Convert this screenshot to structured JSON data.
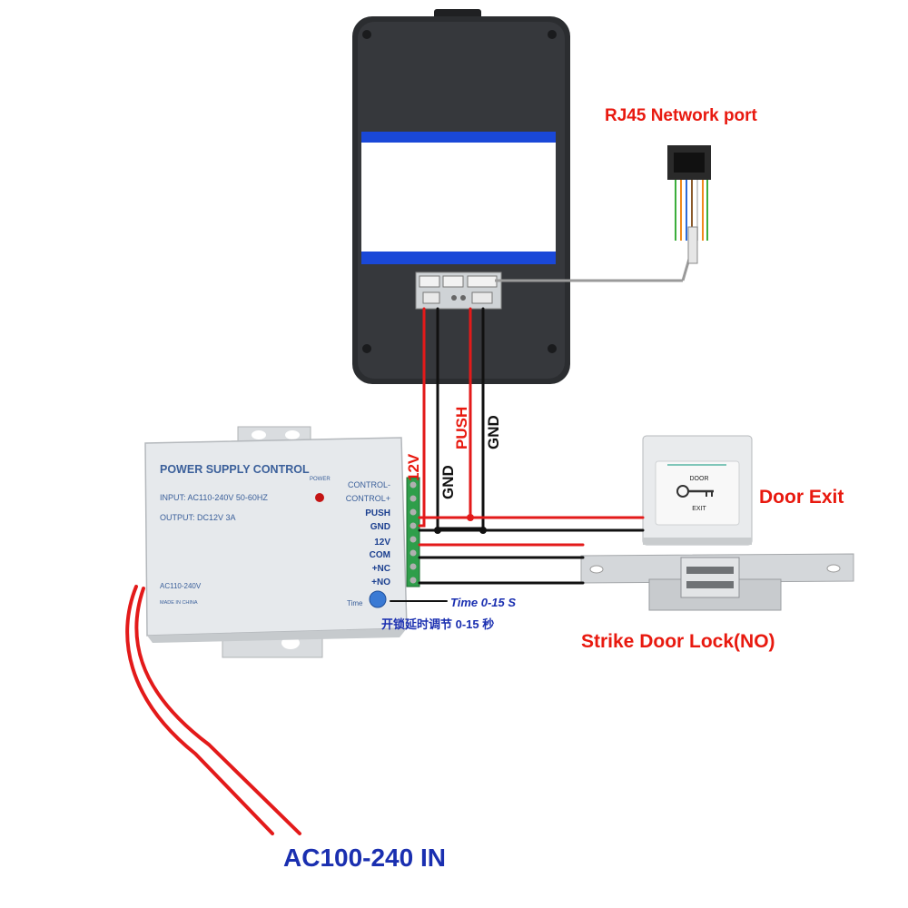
{
  "labels": {
    "rj45": "RJ45 Network port",
    "door_exit": "Door Exit",
    "strike_lock": "Strike Door Lock(NO)",
    "ac_in": "AC100-240 IN",
    "wire_12v": "12V",
    "wire_gnd_left": "GND",
    "wire_push": "PUSH",
    "wire_gnd_right": "GND",
    "time_en": "Time 0-15 S",
    "time_cn": "开锁延时调节 0-15 秒"
  },
  "power_supply": {
    "title": "POWER SUPPLY CONTROL",
    "input": "INPUT: AC110-240V  50-60HZ",
    "output": "OUTPUT: DC12V  3A",
    "ac_label": "AC110-240V",
    "made_in": "MADE IN CHINA",
    "power_label": "POWER",
    "time_label": "Time",
    "terminals": [
      "CONTROL-",
      "CONTROL+",
      "PUSH",
      "GND",
      "12V",
      "COM",
      "+NC",
      "+NO"
    ]
  },
  "exit_button": {
    "top_text": "DOOR",
    "bottom_text": "EXIT"
  },
  "colors": {
    "wire_red": "#e31a1a",
    "wire_black": "#111111",
    "label_red": "#e8190f",
    "label_blue": "#1a2fb0",
    "panel_dark": "#2b2d30",
    "screen_blue": "#1a48d8"
  }
}
